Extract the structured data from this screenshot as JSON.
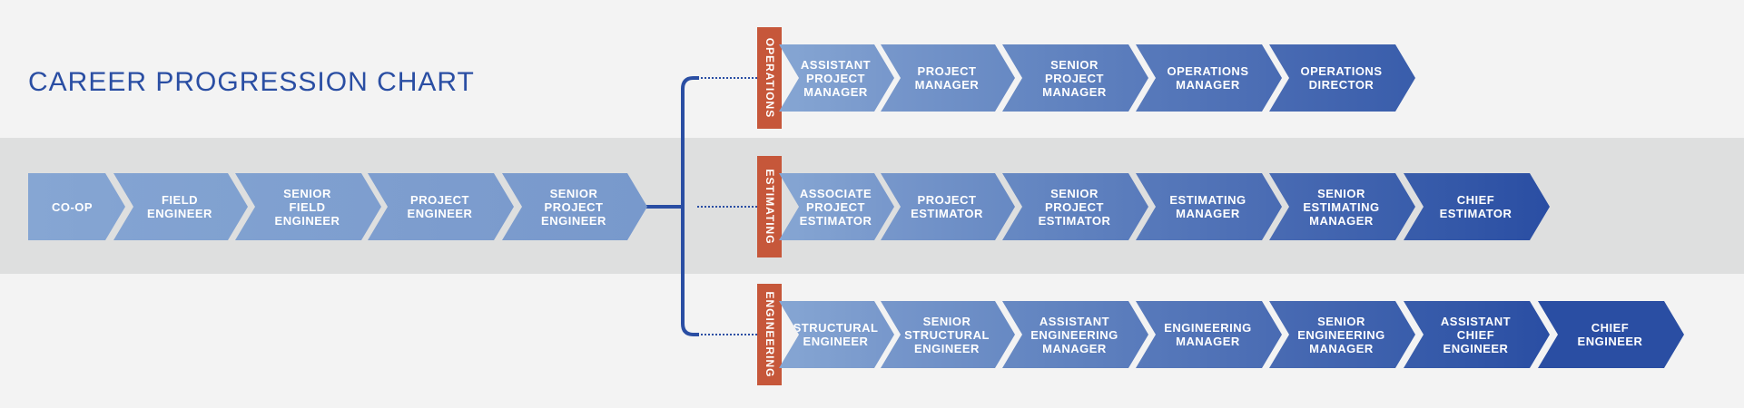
{
  "title": "CAREER PROGRESSION CHART",
  "colors": {
    "background": "#f3f3f3",
    "band": "#dedfdf",
    "chevron_light": "#86a6d3",
    "chevron_dark": "#2a4ea3",
    "tab": "#c6573a",
    "connector": "#2a4ea3",
    "title": "#2a4ea3"
  },
  "base_track": [
    "CO-OP",
    "FIELD\nENGINEER",
    "SENIOR\nFIELD\nENGINEER",
    "PROJECT\nENGINEER",
    "SENIOR\nPROJECT\nENGINEER"
  ],
  "branches": [
    {
      "label": "OPERATIONS",
      "steps": [
        "ASSISTANT\nPROJECT\nMANAGER",
        "PROJECT\nMANAGER",
        "SENIOR\nPROJECT\nMANAGER",
        "OPERATIONS\nMANAGER",
        "OPERATIONS\nDIRECTOR"
      ]
    },
    {
      "label": "ESTIMATING",
      "steps": [
        "ASSOCIATE\nPROJECT\nESTIMATOR",
        "PROJECT\nESTIMATOR",
        "SENIOR\nPROJECT\nESTIMATOR",
        "ESTIMATING\nMANAGER",
        "SENIOR\nESTIMATING\nMANAGER",
        "CHIEF\nESTIMATOR"
      ]
    },
    {
      "label": "ENGINEERING",
      "steps": [
        "STRUCTURAL\nENGINEER",
        "SENIOR\nSTRUCTURAL\nENGINEER",
        "ASSISTANT\nENGINEERING\nMANAGER",
        "ENGINEERING\nMANAGER",
        "SENIOR\nENGINEERING\nMANAGER",
        "ASSISTANT\nCHIEF\nENGINEER",
        "CHIEF\nENGINEER"
      ]
    }
  ]
}
